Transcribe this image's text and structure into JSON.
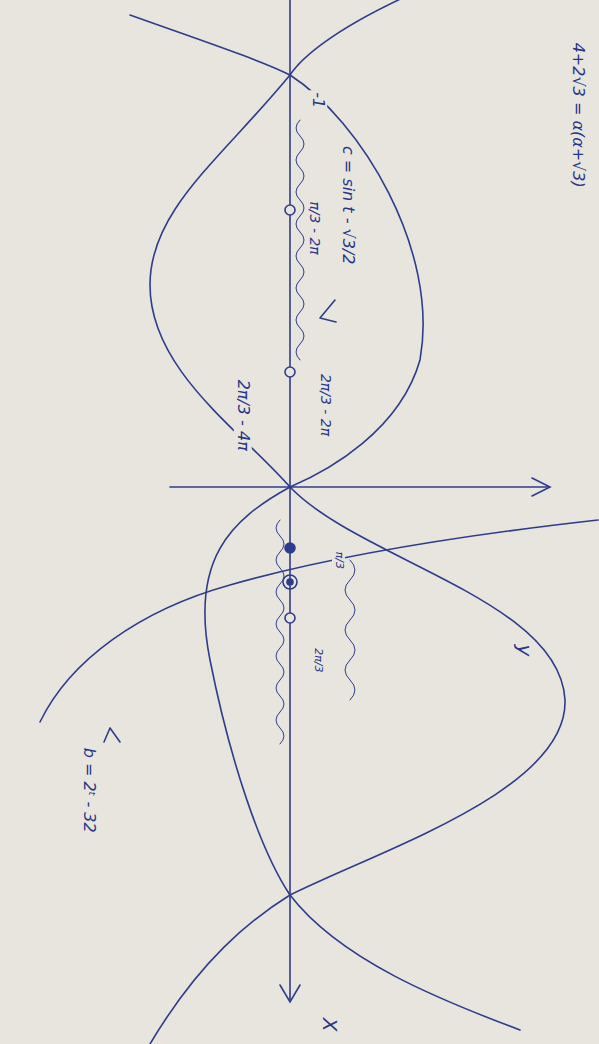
{
  "diagram": {
    "labels": [
      "4+2√3 = α(α+√3)",
      "-1",
      "c = sin t - √3/2",
      "π/3 - 2π",
      "2π/3 - 2π",
      "2π/3 - 4π",
      "b = 2ᵗ - 32",
      "2π/3",
      "π/3",
      "y",
      "X"
    ]
  }
}
